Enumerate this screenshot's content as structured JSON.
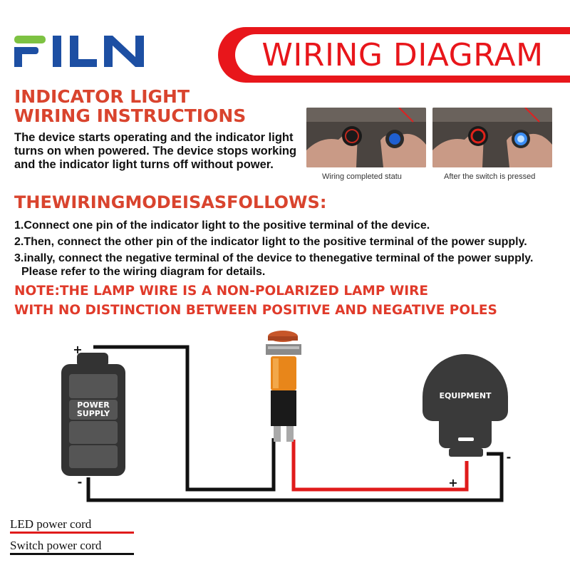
{
  "brand": {
    "logo_text": "FILN"
  },
  "banner": {
    "title": "WIRING DIAGRAM"
  },
  "instructions": {
    "title_line1": "INDICATOR LIGHT",
    "title_line2": "WIRING INSTRUCTIONS",
    "description": "The device starts operating and the indicator light turns on when powered. The device stops working and the indicator light turns off without power."
  },
  "photos": [
    {
      "caption": "Wiring completed statu",
      "ring_color": "#c0281e",
      "button_color": "#1f5fd0"
    },
    {
      "caption": "After the switch is pressed",
      "ring_color": "#e0231a",
      "button_color": "#3c8ef5"
    }
  ],
  "wiring_mode": {
    "title": "THEWIRINGMODEISASFOLLOWS:",
    "steps": [
      "1.Connect one pin of the indicator light to the positive terminal of the device.",
      "2.Then, connect the other pin of the indicator light to the positive terminal of the power supply.",
      "3.inally, connect the negative terminal of the device to thenegative terminal of the power supply.",
      "Please refer to the wiring diagram for details."
    ]
  },
  "note": {
    "line1": "NOTE:THE LAMP WIRE IS A NON-POLARIZED LAMP WIRE",
    "line2": "WITH NO DISTINCTION BETWEEN POSITIVE AND NEGATIVE POLES"
  },
  "diagram": {
    "battery_label_line1": "POWER",
    "battery_label_line2": "SUPPLY",
    "battery_plus": "+",
    "battery_minus": "-",
    "equipment_label": "EQUIPMENT",
    "equipment_plus": "+",
    "equipment_minus": "-"
  },
  "legend": {
    "led_label": "LED power cord",
    "switch_label": "Switch power cord",
    "led_color": "#e01b1b",
    "switch_color": "#111111"
  },
  "colors": {
    "brand_red": "#e8161b",
    "heading_red": "#d9442e",
    "logo_green": "#7dc242",
    "logo_blue": "#1d4fa3",
    "lamp_orange": "#e8861a"
  }
}
